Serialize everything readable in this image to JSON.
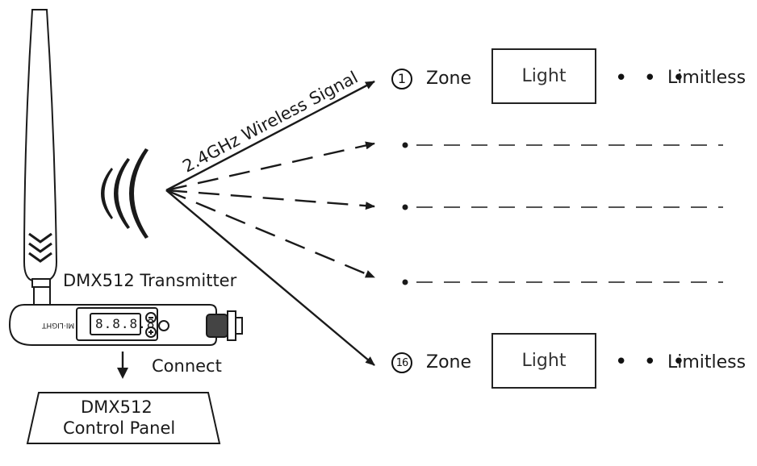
{
  "transmitter": {
    "label": "DMX512 Transmitter",
    "display": "8.8.8.8",
    "brand": "MI·LIGHT"
  },
  "signal": {
    "label": "2.4GHz Wireless Signal"
  },
  "connect": {
    "label": "Connect"
  },
  "panel": {
    "line1": "DMX512",
    "line2": "Control Panel"
  },
  "zones": [
    {
      "number": "1",
      "zone_label": "Zone",
      "light_label": "Light",
      "ellipsis": "• • •",
      "tail_label": "Limitless"
    },
    {
      "number": "16",
      "zone_label": "Zone",
      "light_label": "Light",
      "ellipsis": "• • •",
      "tail_label": "Limitless"
    }
  ],
  "colors": {
    "stroke": "#1a1a1a",
    "text": "#1a1a1a"
  }
}
